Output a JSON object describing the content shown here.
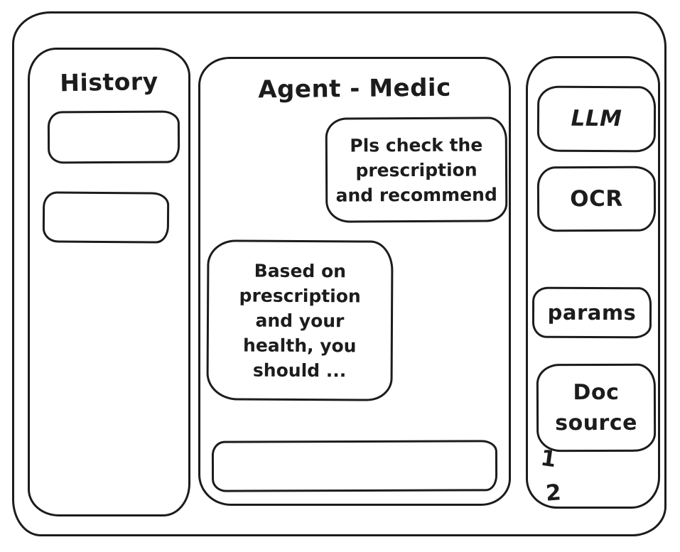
{
  "window": {
    "background": "#ffffff",
    "ink": "#1c1c1c"
  },
  "history_panel": {
    "title": "History",
    "items": [
      {
        "label": ""
      },
      {
        "label": ""
      }
    ]
  },
  "chat_panel": {
    "title": "Agent - Medic",
    "messages": [
      {
        "role": "user",
        "text": "Pls check the\nprescription\nand recommend"
      },
      {
        "role": "assistant",
        "text": "Based on\nprescription\nand your\nhealth, you\nshould ..."
      }
    ],
    "input": {
      "value": "",
      "placeholder": ""
    }
  },
  "tools_panel": {
    "buttons": [
      {
        "label": "LLM"
      },
      {
        "label": "OCR"
      },
      {
        "label": "params"
      },
      {
        "label": "Doc source"
      }
    ],
    "doc_source_items": [
      {
        "label": "1"
      },
      {
        "label": "2"
      }
    ]
  }
}
